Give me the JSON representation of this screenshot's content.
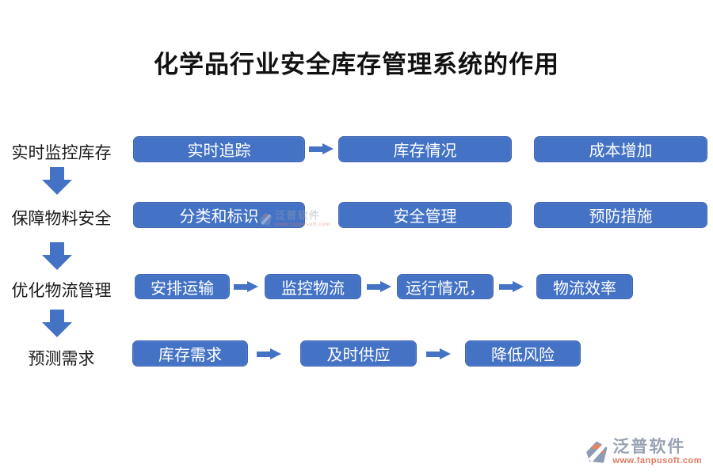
{
  "title": "化学品行业安全库存管理系统的作用",
  "rows": [
    {
      "label": "实时监控库存",
      "boxes": [
        "实时追踪",
        "库存情况",
        "成本增加"
      ]
    },
    {
      "label": "保障物料安全",
      "boxes": [
        "分类和标识",
        "安全管理",
        "预防措施"
      ]
    },
    {
      "label": "优化物流管理",
      "boxes": [
        "安排运输",
        "监控物流",
        "运行情况，",
        "物流效率"
      ]
    },
    {
      "label": "预测需求",
      "boxes": [
        "库存需求",
        "及时供应",
        "降低风险"
      ]
    }
  ],
  "watermark": {
    "brand": "泛普软件",
    "url": "www.fanpusoft.com"
  },
  "colors": {
    "box_fill": "#4472C4",
    "box_border": "#3E63B0",
    "arrow": "#4472C4",
    "watermark_gray": "#98A3B2",
    "watermark_orange": "#E2795E"
  }
}
